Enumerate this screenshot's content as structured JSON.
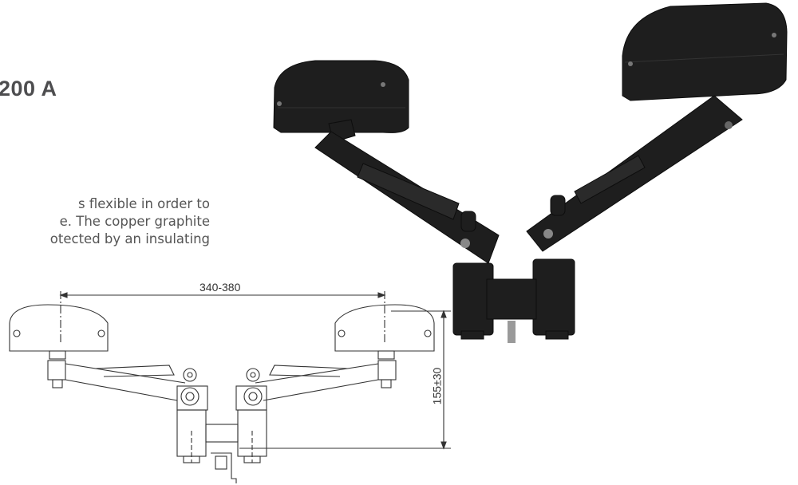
{
  "title": "200 A",
  "description_lines": [
    "s flexible in order to",
    "e. The copper graphite",
    "otected by an insulating"
  ],
  "dimensions": {
    "width": "340-380",
    "height": "155±30"
  }
}
